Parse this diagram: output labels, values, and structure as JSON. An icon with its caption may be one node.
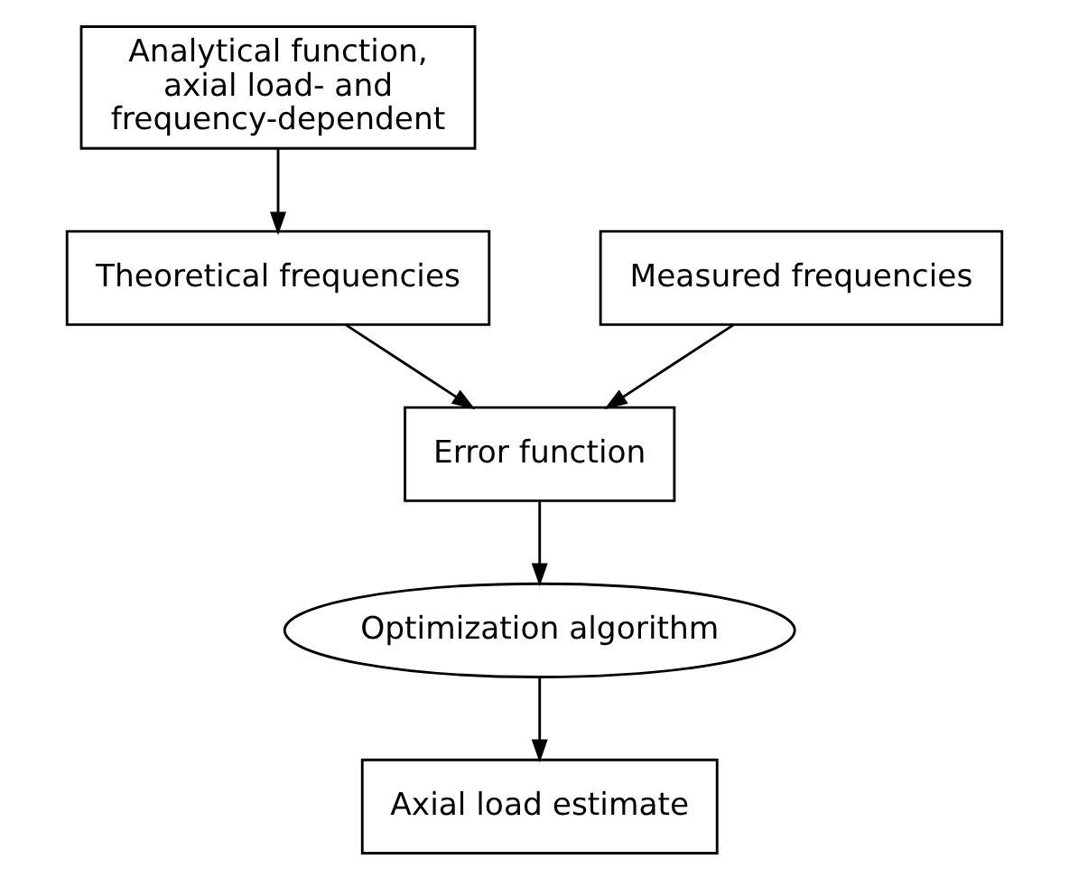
{
  "diagram": {
    "nodes": [
      {
        "text": [
          "Analytical function, axial load- and frequency-dependent"
        ]
      },
      {
        "text": [
          "Measured frequencies"
        ]
      },
      {
        "text": [
          "Theoretical frequencies"
        ]
      },
      {
        "text": [
          "Error function"
        ]
      },
      {
        "text": [
          "Optimization algorithm"
        ]
      },
      {
        "text": [
          "Axial load estimate"
        ]
      }
    ],
    "edges": [
      {
        "from": 0,
        "to": 2,
        "arrow": "to"
      },
      {
        "from": 1,
        "to": 3,
        "arrow": "to"
      },
      {
        "from": 2,
        "to": 3,
        "arrow": "to"
      },
      {
        "from": 3,
        "to": 4,
        "arrow": "to"
      },
      {
        "from": 4,
        "to": 5,
        "arrow": "to"
      }
    ]
  }
}
